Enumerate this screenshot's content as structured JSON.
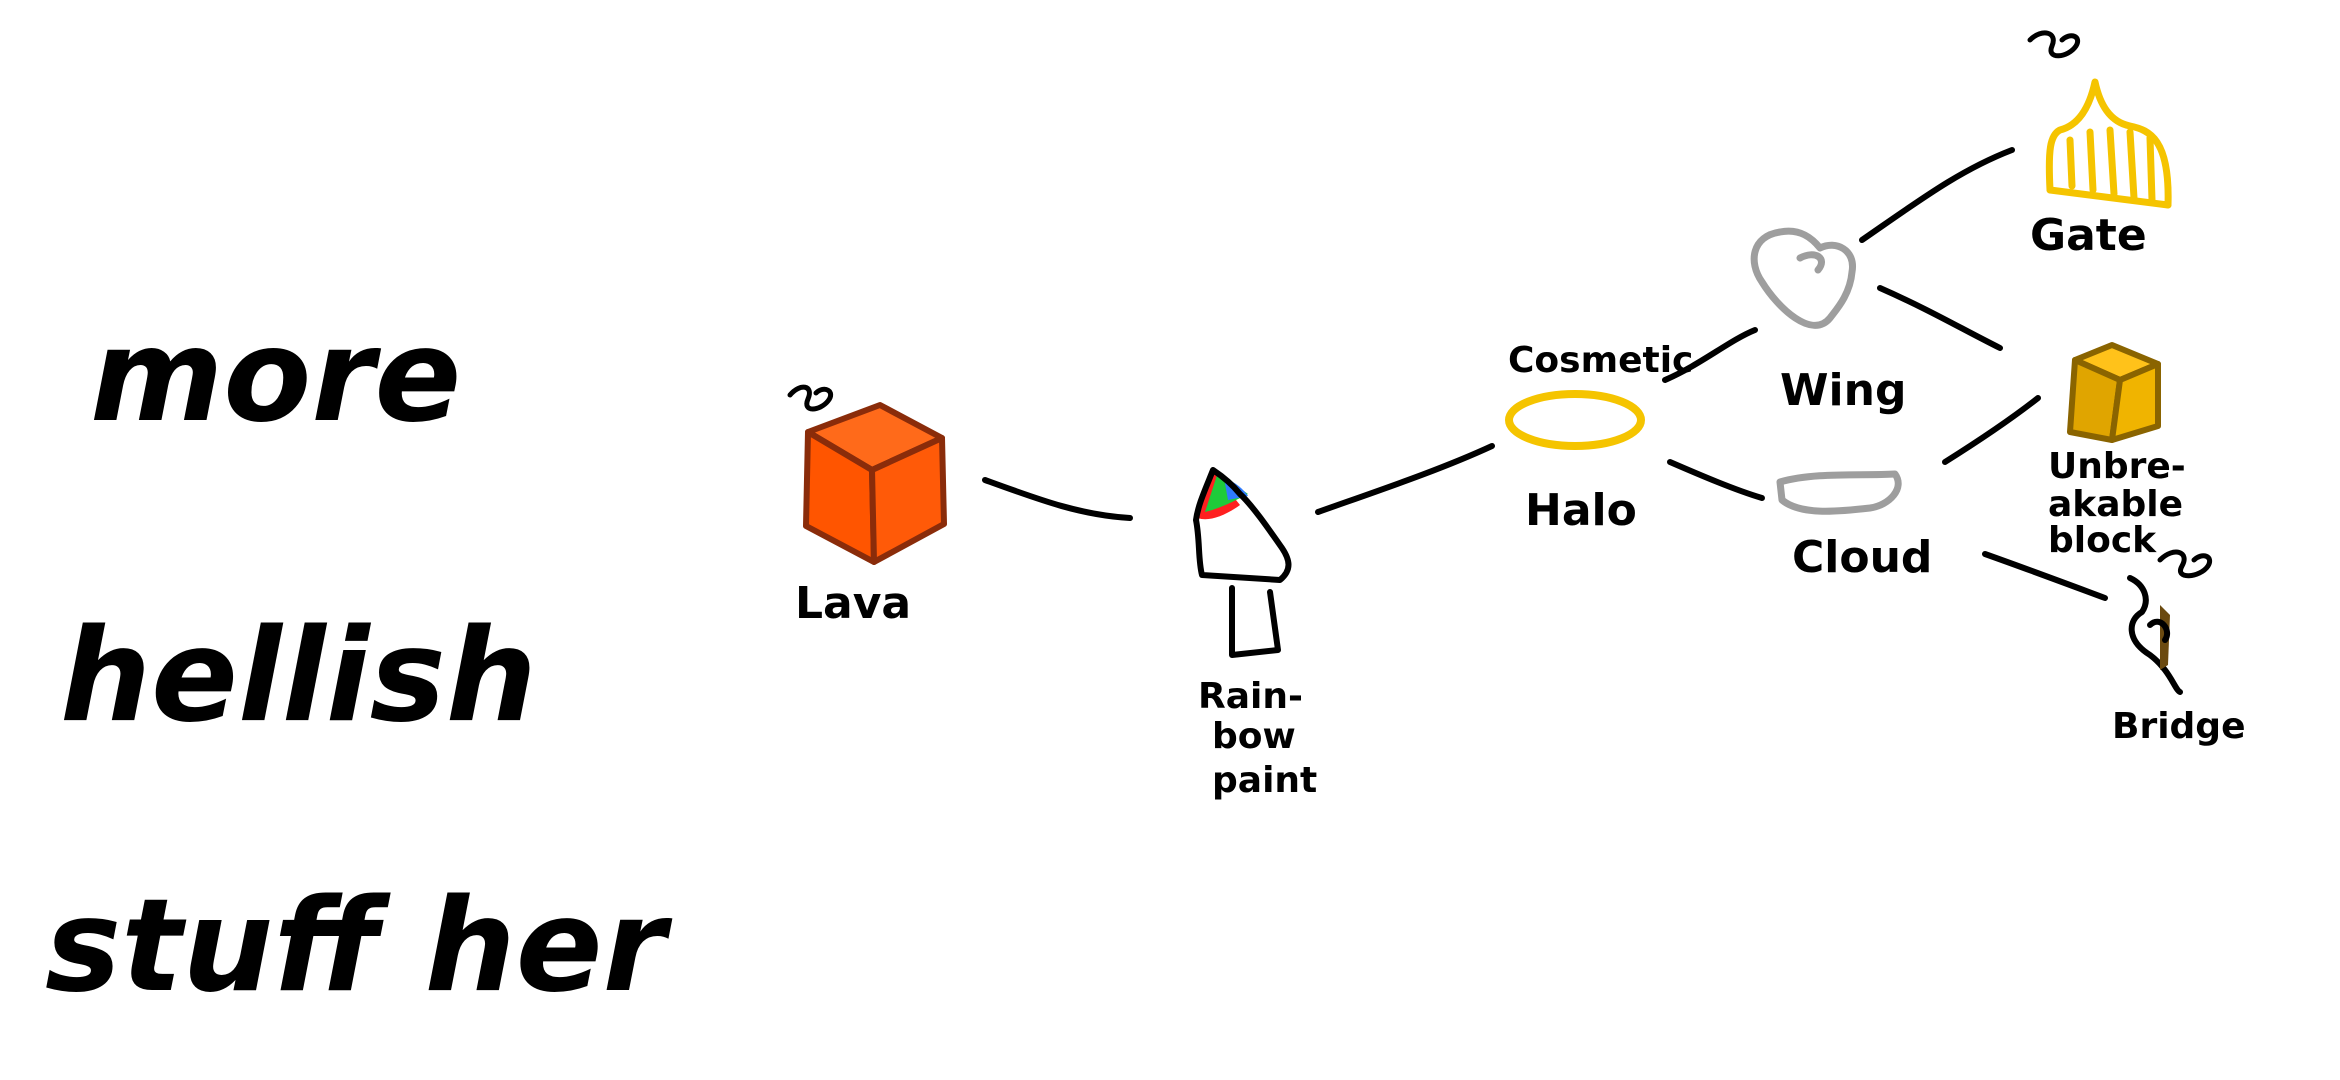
{
  "note": {
    "line1": "more",
    "line2": "hellish",
    "line3": "stuff her"
  },
  "nodes": {
    "lava": {
      "label": "Lava",
      "color": "#ff5500",
      "icon": "lava-block-icon"
    },
    "rainbow": {
      "label_lines": [
        "Rain-",
        "bow",
        "paint"
      ],
      "icon": "rainbow-paint-bucket-icon"
    },
    "halo": {
      "label_top": "Cosmetic",
      "label": "Halo",
      "color": "#f5c400",
      "icon": "halo-ring-icon"
    },
    "wing": {
      "label": "Wing",
      "color": "#9e9e9e",
      "icon": "wing-icon"
    },
    "cloud": {
      "label": "Cloud",
      "color": "#9e9e9e",
      "icon": "cloud-icon"
    },
    "gate": {
      "label": "Gate",
      "color": "#f5c400",
      "icon": "golden-gate-icon"
    },
    "unbreakable": {
      "label_lines": [
        "Unbre-",
        "akable",
        "block"
      ],
      "color": "#f0b400",
      "icon": "gold-block-icon"
    },
    "bridge": {
      "label": "Bridge",
      "icon": "bridge-icon"
    }
  }
}
